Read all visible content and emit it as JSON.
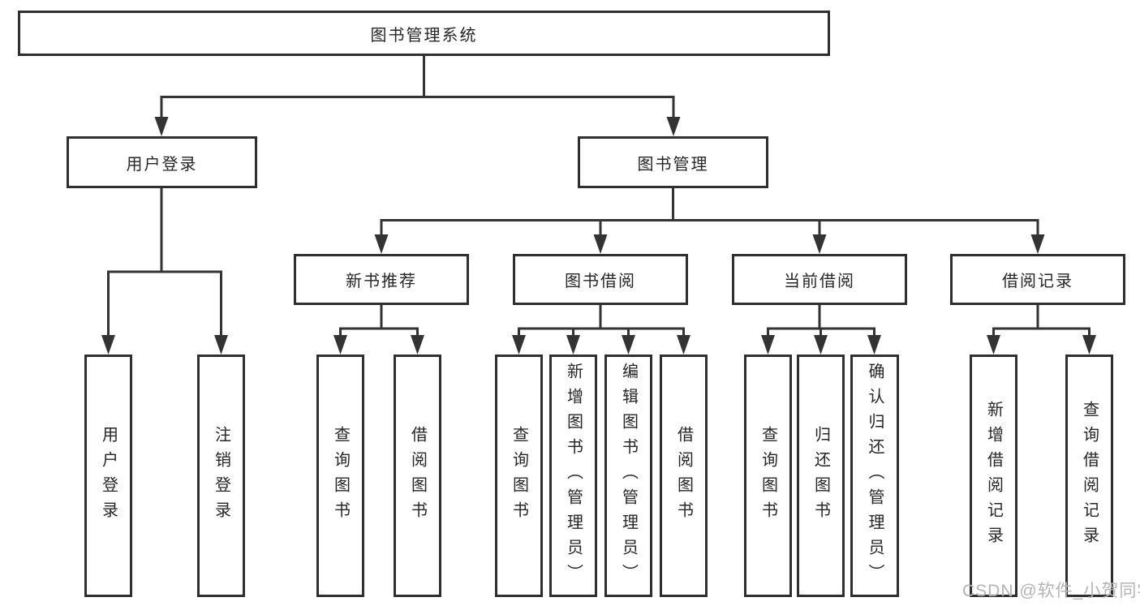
{
  "tree": {
    "root": "图书管理系统",
    "branches": {
      "user_login": {
        "label": "用户登录",
        "children": [
          "用户登录",
          "注销登录"
        ]
      },
      "book_management": {
        "label": "图书管理",
        "children": {
          "new_book": {
            "label": "新书推荐",
            "children": [
              "查询图书",
              "借阅图书"
            ]
          },
          "borrow": {
            "label": "图书借阅",
            "children": [
              "查询图书",
              "新增图书（管理员）",
              "编辑图书（管理员）",
              "借阅图书"
            ]
          },
          "current": {
            "label": "当前借阅",
            "children": [
              "查询图书",
              "归还图书",
              "确认归还（管理员）"
            ]
          },
          "records": {
            "label": "借阅记录",
            "children": [
              "新增借阅记录",
              "查询借阅记录"
            ]
          }
        }
      }
    }
  },
  "watermark": "CSDN @软件_小贺同学",
  "colors": {
    "line": "#333333",
    "box_border": "#2f2f2f",
    "text": "#262626",
    "watermark": "#b4b4b4",
    "background": "#ffffff"
  }
}
